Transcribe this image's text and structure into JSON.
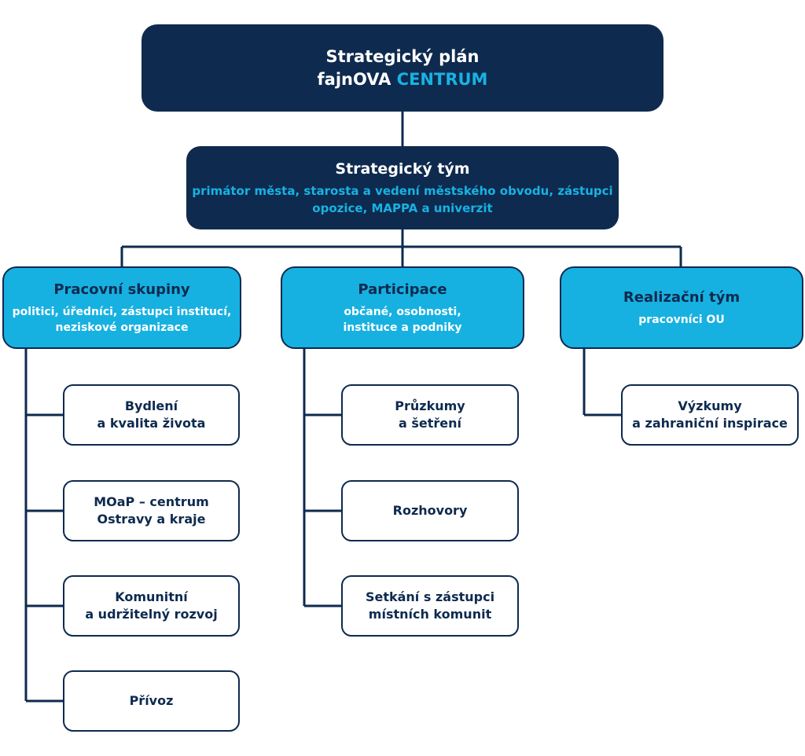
{
  "root": {
    "line1": "Strategický plán",
    "line2_a": "fajnOVA",
    "line2_b": "CENTRUM"
  },
  "team": {
    "title": "Strategický tým",
    "subtitle_line1": "primátor města, starosta a vedení městského obvodu, zástupci",
    "subtitle_line2": "opozice, MAPPA a univerzit"
  },
  "groups": [
    {
      "title": "Pracovní skupiny",
      "sub_line1": "politici, úředníci, zástupci institucí,",
      "sub_line2": "neziskové organizace",
      "children": [
        {
          "line1": "Bydlení",
          "line2": "a kvalita života"
        },
        {
          "line1": "MOaP – centrum",
          "line2": "Ostravy a kraje"
        },
        {
          "line1": "Komunitní",
          "line2": "a udržitelný rozvoj"
        },
        {
          "line1": "Přívoz"
        }
      ]
    },
    {
      "title": "Participace",
      "sub_line1": "občané, osobnosti,",
      "sub_line2": "instituce a podniky",
      "children": [
        {
          "line1": "Průzkumy",
          "line2": "a šetření"
        },
        {
          "line1": "Rozhovory"
        },
        {
          "line1": "Setkání s zástupci",
          "line2": "místních komunit"
        }
      ]
    },
    {
      "title": "Realizační tým",
      "sub_line1": "pracovníci OU",
      "children": [
        {
          "line1": "Výzkumy",
          "line2": "a zahraniční inspirace"
        }
      ]
    }
  ],
  "colors": {
    "navy": "#0e2a4f",
    "cyan": "#16b1e1",
    "white": "#ffffff"
  }
}
